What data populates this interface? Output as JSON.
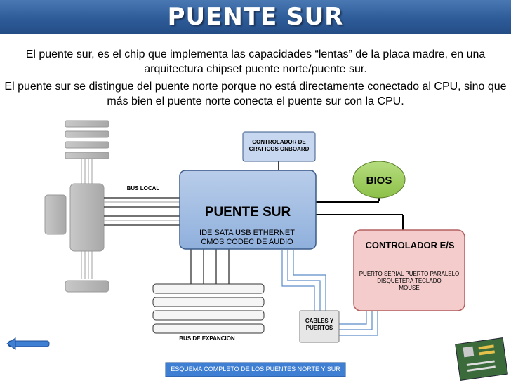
{
  "header": {
    "title": "PUENTE SUR"
  },
  "intro": {
    "p1": "El puente sur, es el chip que implementa las capacidades “lentas” de la placa madre, en una arquitectura chipset puente norte/puente sur.",
    "p2": "El puente sur se distingue del puente norte porque no está directamente conectado al CPU, sino que más bien el puente norte conecta el puente sur con la CPU."
  },
  "diagram": {
    "graphics_controller": "CONTROLADOR DE GRAFICOS ONBOARD",
    "bus_local": "BUS LOCAL",
    "southbridge_title": "PUENTE SUR",
    "southbridge_line1": "IDE  SATA  USB  ETHERNET",
    "southbridge_line2": "CMOS     CODEC DE AUDIO",
    "bios": "BIOS",
    "io_controller_title": "CONTROLADOR E/S",
    "io_line1": "PUERTO SERIAL    PUERTO PARALELO",
    "io_line2": "DISQUETERA      TECLADO",
    "io_line3": "MOUSE",
    "cables": "CABLES Y PUERTOS",
    "bus_expansion": "BUS DE EXPANCION"
  },
  "footer": {
    "caption": "ESQUEMA COMPLETO DE LOS PUENTES NORTE Y SUR"
  },
  "colors": {
    "header": "#2e5c99",
    "southbridge_fill": "#9bb8e0",
    "bios_fill": "#9dcf5b",
    "io_fill": "#f4cccc",
    "graphics_fill": "#c6d7ef",
    "caption_fill": "#3f7fd3"
  }
}
